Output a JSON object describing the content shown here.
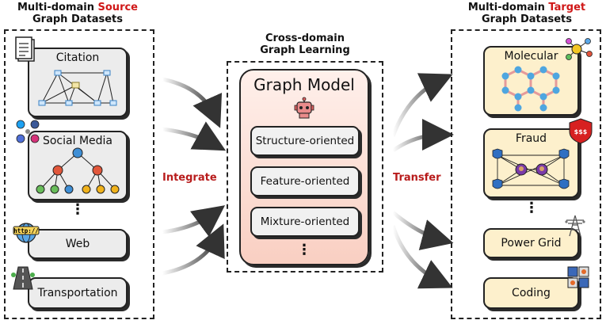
{
  "source": {
    "title_prefix": "Multi-domain ",
    "title_accent": "Source",
    "title_line2": "Graph Datasets",
    "datasets": [
      {
        "label": "Citation"
      },
      {
        "label": "Social Media"
      },
      {
        "label": "Web"
      },
      {
        "label": "Transportation"
      }
    ],
    "web_badge": "http://",
    "ellipsis": "⋮"
  },
  "center": {
    "title_line1": "Cross-domain",
    "title_line2": "Graph Learning",
    "model_title": "Graph Model",
    "modules": [
      {
        "label": "Structure-oriented"
      },
      {
        "label": "Feature-oriented"
      },
      {
        "label": "Mixture-oriented"
      }
    ],
    "ellipsis": "⋮"
  },
  "arrows": {
    "integrate_label": "Integrate",
    "transfer_label": "Transfer"
  },
  "target": {
    "title_prefix": "Multi-domain ",
    "title_accent": "Target",
    "title_line2": "Graph Datasets",
    "datasets": [
      {
        "label": "Molecular"
      },
      {
        "label": "Fraud"
      },
      {
        "label": "Power Grid"
      },
      {
        "label": "Coding"
      }
    ],
    "fraud_badge": "$$$",
    "ellipsis": "⋮"
  },
  "colors": {
    "accent": "#d01818",
    "arrow_label": "#b81c1c",
    "model_fill": "#fbd8cc",
    "source_card": "#ececec",
    "target_card": "#fdf0cc"
  }
}
